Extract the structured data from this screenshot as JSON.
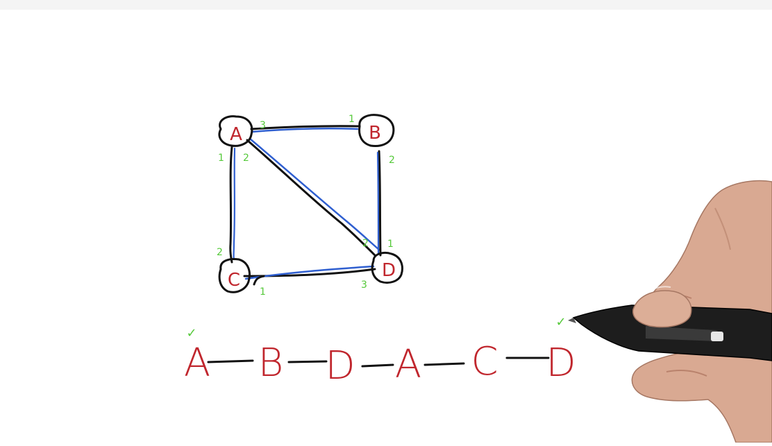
{
  "colors": {
    "ink": "#111111",
    "path_blue": "#2f5fd0",
    "letter_red": "#c0262d",
    "port_green": "#55c93a",
    "background": "#ffffff"
  },
  "graph": {
    "nodes": {
      "A": "A",
      "B": "B",
      "C": "C",
      "D": "D"
    },
    "ports": {
      "A_to_B": "3",
      "A_to_C": "1",
      "A_to_D": "2",
      "B_to_A": "1",
      "B_to_D": "2",
      "C_to_A": "2",
      "C_to_D": "1",
      "D_to_A": "2",
      "D_to_B": "1",
      "D_to_C": "3"
    }
  },
  "sequence": {
    "letters": [
      "A",
      "B",
      "D",
      "A",
      "C",
      "D"
    ],
    "start_check": "✓",
    "end_check": "✓"
  },
  "icons": {
    "hand": "hand-holding-pen-icon"
  }
}
